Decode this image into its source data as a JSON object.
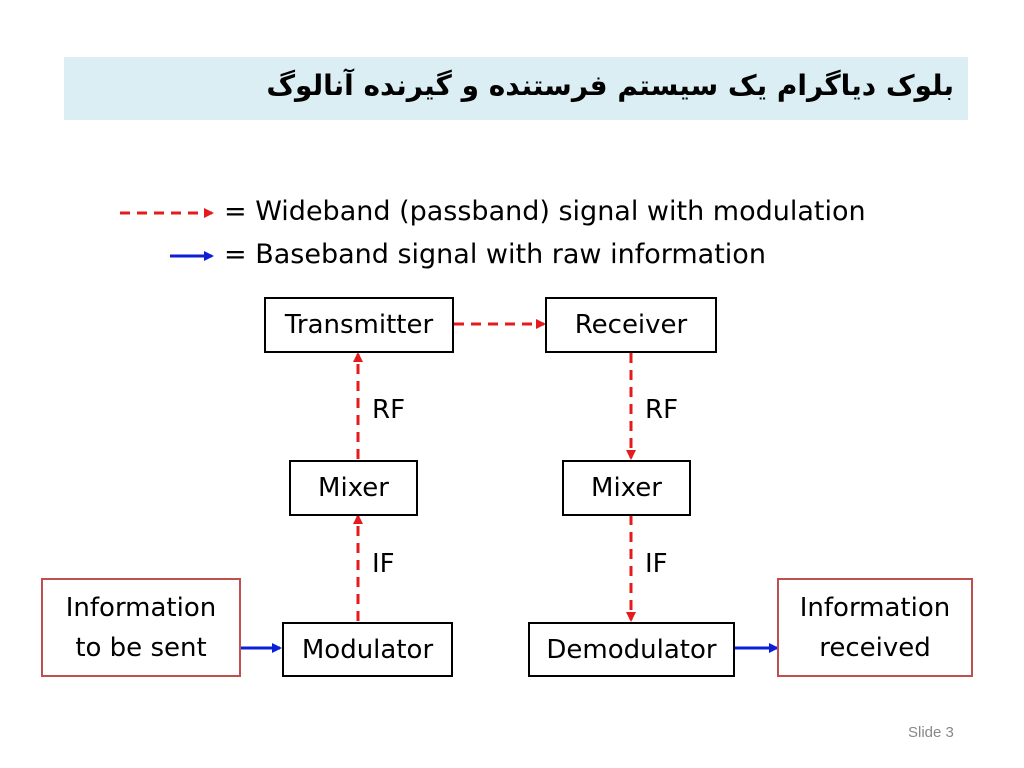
{
  "title": "بلوک دیاگرام یک سیستم فرستنده و گیرنده آنالوگ",
  "legend": {
    "wideband": "= Wideband (passband) signal with modulation",
    "baseband": "= Baseband signal with raw information"
  },
  "blocks": {
    "transmitter": "Transmitter",
    "receiver": "Receiver",
    "mixer_tx": "Mixer",
    "mixer_rx": "Mixer",
    "modulator": "Modulator",
    "demodulator": "Demodulator",
    "info_sent_line1": "Information",
    "info_sent_line2": "to be sent",
    "info_received_line1": "Information",
    "info_received_line2": "received"
  },
  "labels": {
    "rf_tx": "RF",
    "rf_rx": "RF",
    "if_tx": "IF",
    "if_rx": "IF"
  },
  "colors": {
    "wideband_arrow": "#e41a1c",
    "baseband_arrow": "#0a1fd6",
    "info_border": "#c0504d",
    "title_background": "#daeef3"
  },
  "slide_label": "Slide 3"
}
